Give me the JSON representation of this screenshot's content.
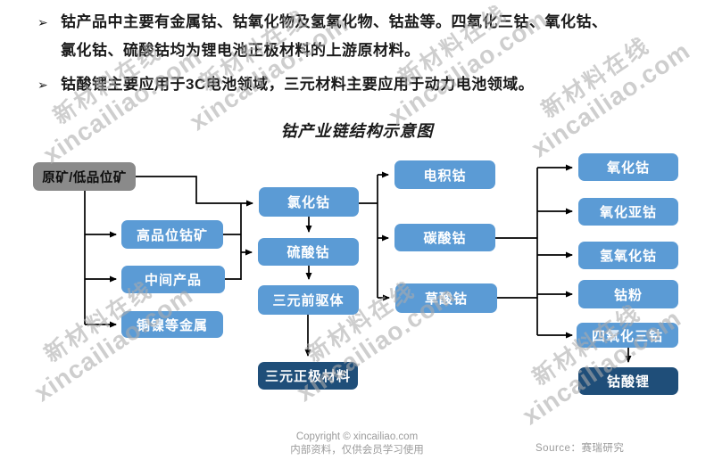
{
  "bullets": [
    {
      "marker": "➢",
      "lines": [
        "钴产品中主要有金属钴、钴氧化物及氢氧化物、钴盐等。四氧化三钴、氧化钴、",
        "氯化钴、硫酸钴均为锂电池正极材料的上游原材料。"
      ]
    },
    {
      "marker": "➢",
      "lines": [
        "钴酸锂主要应用于3C电池领域，三元材料主要应用于动力电池领域。"
      ]
    }
  ],
  "diagram": {
    "title": "钴产业链结构示意图",
    "nodes": {
      "raw_ore": {
        "label": "原矿/低品位矿"
      },
      "high_grade_ore": {
        "label": "高品位钴矿"
      },
      "intermediate_product": {
        "label": "中间产品"
      },
      "copper_nickel_metal": {
        "label": "铜镍等金属"
      },
      "cobalt_chloride": {
        "label": "氯化钴"
      },
      "cobalt_sulfate": {
        "label": "硫酸钴"
      },
      "ternary_precursor": {
        "label": "三元前驱体"
      },
      "ternary_cathode": {
        "label": "三元正极材料"
      },
      "electrowon_cobalt": {
        "label": "电积钴"
      },
      "cobalt_carbonate": {
        "label": "碳酸钴"
      },
      "cobalt_oxalate": {
        "label": "草酸钴"
      },
      "cobalt_oxide": {
        "label": "氧化钴"
      },
      "cobaltous_oxide": {
        "label": "氧化亚钴"
      },
      "cobalt_hydroxide": {
        "label": "氢氧化钴"
      },
      "cobalt_powder": {
        "label": "钴粉"
      },
      "tricobalt_tetroxide": {
        "label": "四氧化三钴"
      },
      "lithium_cobalt_oxide": {
        "label": "钴酸锂"
      }
    }
  },
  "watermark": {
    "line1": "新材料在线",
    "line2": "xincailiao.com"
  },
  "footer": {
    "copyright_line1": "Copyright © xincailiao.com",
    "copyright_line2": "内部资料，仅供会员学习使用",
    "source_label": "Source：",
    "source_value": "赛瑞研究"
  },
  "colors": {
    "box_blue": "#5B9BD5",
    "box_gray": "#8A8A8A",
    "box_dark": "#1F4E79",
    "line": "#000000",
    "text_dark": "#1A1A1A",
    "footer_gray": "#9B9B9B",
    "watermark_gray": "#ACACAC"
  }
}
